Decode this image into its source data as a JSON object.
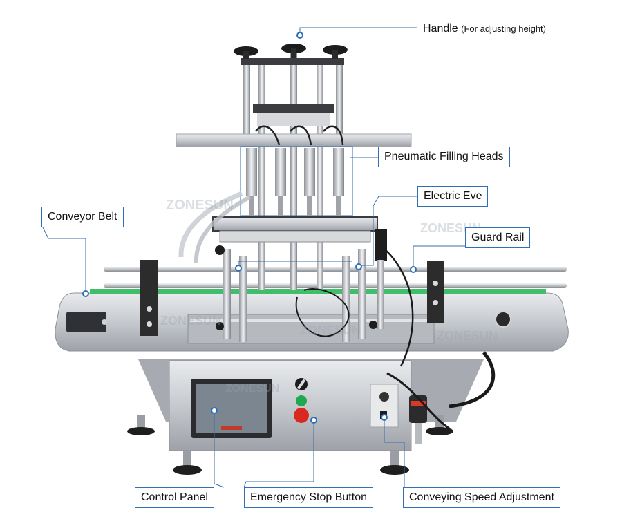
{
  "callouts": {
    "handle": "Handle",
    "handle_note": "(For adjusting height)",
    "filling_heads": "Pneumatic Filling Heads",
    "electric_eye": "Electric Eve",
    "conveyor_belt": "Conveyor Belt",
    "guard_rail": "Guard Rail",
    "control_panel": "Control Panel",
    "emergency_stop": "Emergency Stop Button",
    "speed_adjustment": "Conveying Speed Adjustment"
  },
  "watermark": "ZONESUN",
  "touchscreen_brand": "",
  "colors": {
    "callout_border": "#2f6fb5",
    "leader_line": "#3a6ea8",
    "steel": "#c9ccd0",
    "dark": "#2a2a2a",
    "green_belt": "#3fbf6a",
    "stop_red": "#d8281f",
    "start_green": "#1fa84f"
  }
}
